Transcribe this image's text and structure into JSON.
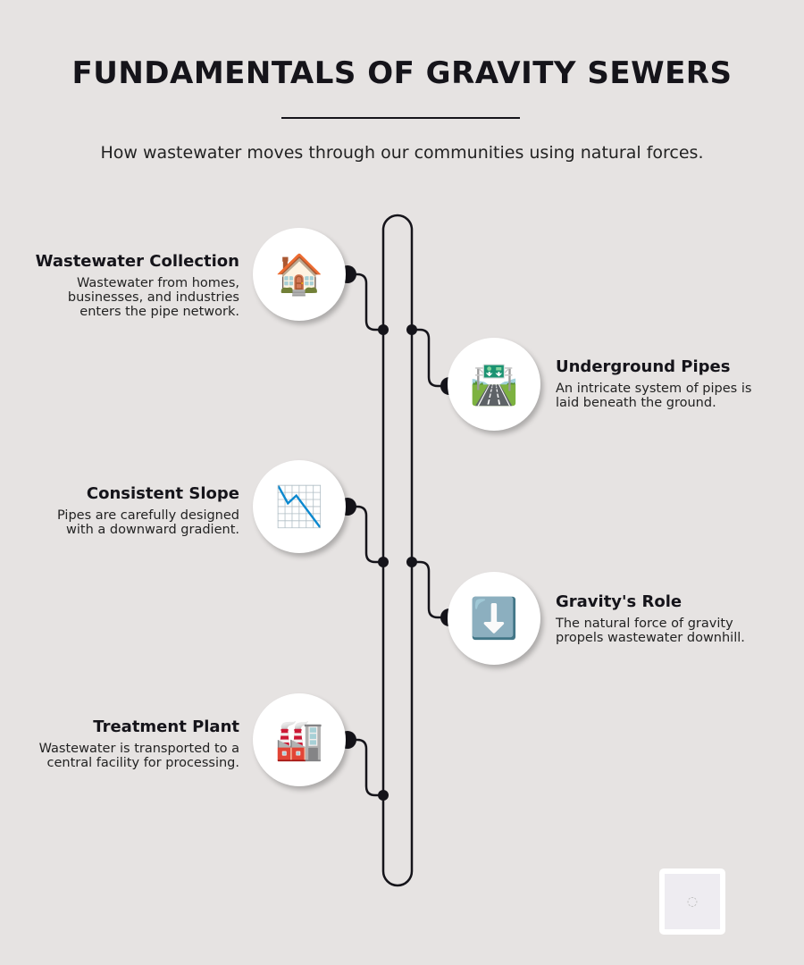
{
  "title": "FUNDAMENTALS OF GRAVITY SEWERS",
  "subtitle": "How wastewater moves through our communities using natural forces.",
  "steps": [
    {
      "title": "Wastewater Collection",
      "text": "Wastewater from homes, businesses, and industries enters the pipe network.",
      "icon": "🏠",
      "icon_name": "house-icon"
    },
    {
      "title": "Underground Pipes",
      "text": "An intricate system of pipes is laid beneath the ground.",
      "icon": "🛣️",
      "icon_name": "motorway-icon"
    },
    {
      "title": "Consistent Slope",
      "text": "Pipes are carefully designed with a downward gradient.",
      "icon": "📉",
      "icon_name": "chart-decreasing-icon"
    },
    {
      "title": "Gravity's Role",
      "text": "The natural force of gravity propels wastewater downhill.",
      "icon": "⬇️",
      "icon_name": "down-arrow-icon"
    },
    {
      "title": "Treatment Plant",
      "text": "Wastewater is transported to a central facility for processing.",
      "icon": "🏭",
      "icon_name": "factory-icon"
    }
  ],
  "colors": {
    "background": "#e6e3e2",
    "line": "#15141a"
  }
}
